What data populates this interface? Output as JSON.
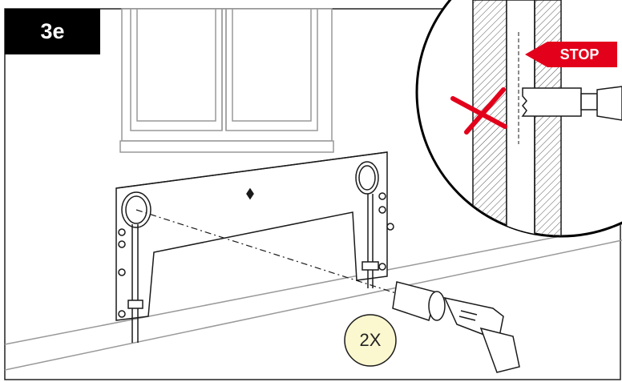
{
  "step": {
    "label": "3e"
  },
  "callout": {
    "stop_label": "STOP"
  },
  "drill": {
    "count_label": "2X"
  },
  "colors": {
    "stop_arrow": "#e3001b",
    "forbidden_cross": "#e3001b",
    "count_bubble": "#fbf7cf",
    "line": "#1a1a1a",
    "wall_hatch": "#555555"
  },
  "icons": [
    "window",
    "mounting-bracket",
    "hole-saw-drill",
    "stop-arrow",
    "forbidden-cross",
    "wall-cross-section"
  ]
}
